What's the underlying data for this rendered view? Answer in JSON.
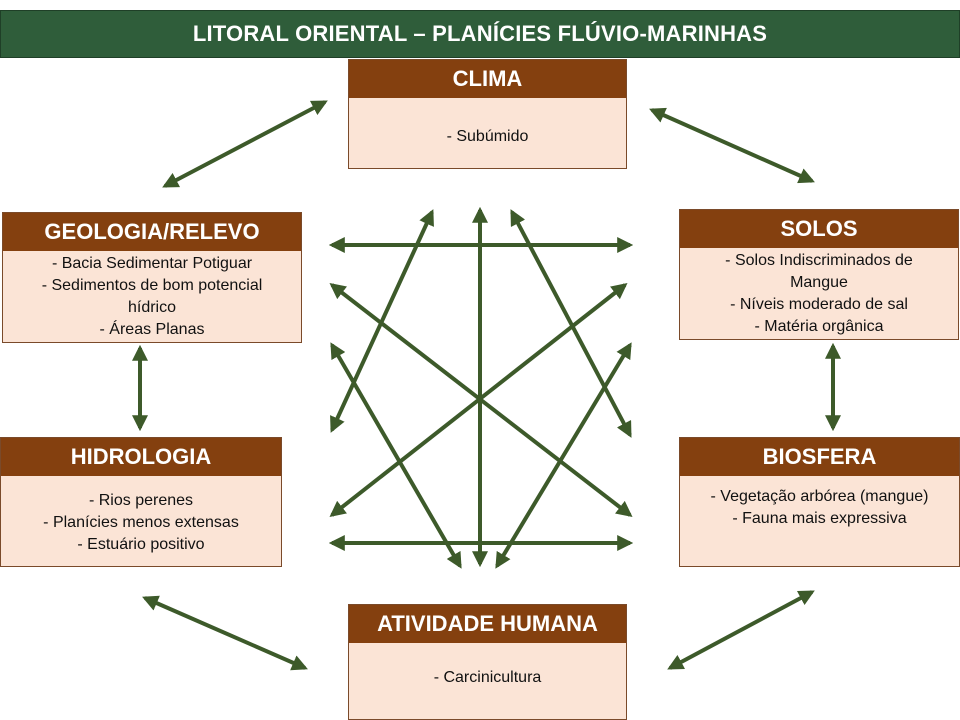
{
  "title": "LITORAL ORIENTAL – PLANÍCIES FLÚVIO-MARINHAS",
  "colors": {
    "title_bg": "#2f5d3a",
    "box_header": "#84400f",
    "box_body": "#fbe4d6",
    "arrow": "#3d5a2a"
  },
  "clima": {
    "header": "CLIMA",
    "items": [
      "-  Subúmido"
    ]
  },
  "geologia": {
    "header": "GEOLOGIA/RELEVO",
    "items": [
      "-  Bacia Sedimentar Potiguar",
      "-  Sedimentos de bom potencial hídrico",
      "-  Áreas Planas"
    ]
  },
  "solos": {
    "header": "SOLOS",
    "items": [
      "-  Solos Indiscriminados de Mangue",
      "-  Níveis moderado de sal",
      "- Matéria orgânica"
    ]
  },
  "hidrologia": {
    "header": "HIDROLOGIA",
    "items": [
      "-  Rios perenes",
      "-  Planícies menos extensas",
      "-  Estuário positivo"
    ]
  },
  "biosfera": {
    "header": "BIOSFERA",
    "items": [
      "-  Vegetação arbórea (mangue)",
      "-  Fauna mais expressiva"
    ]
  },
  "atividade": {
    "header": "ATIVIDADE HUMANA",
    "items": [
      "-  Carcinicultura"
    ]
  }
}
